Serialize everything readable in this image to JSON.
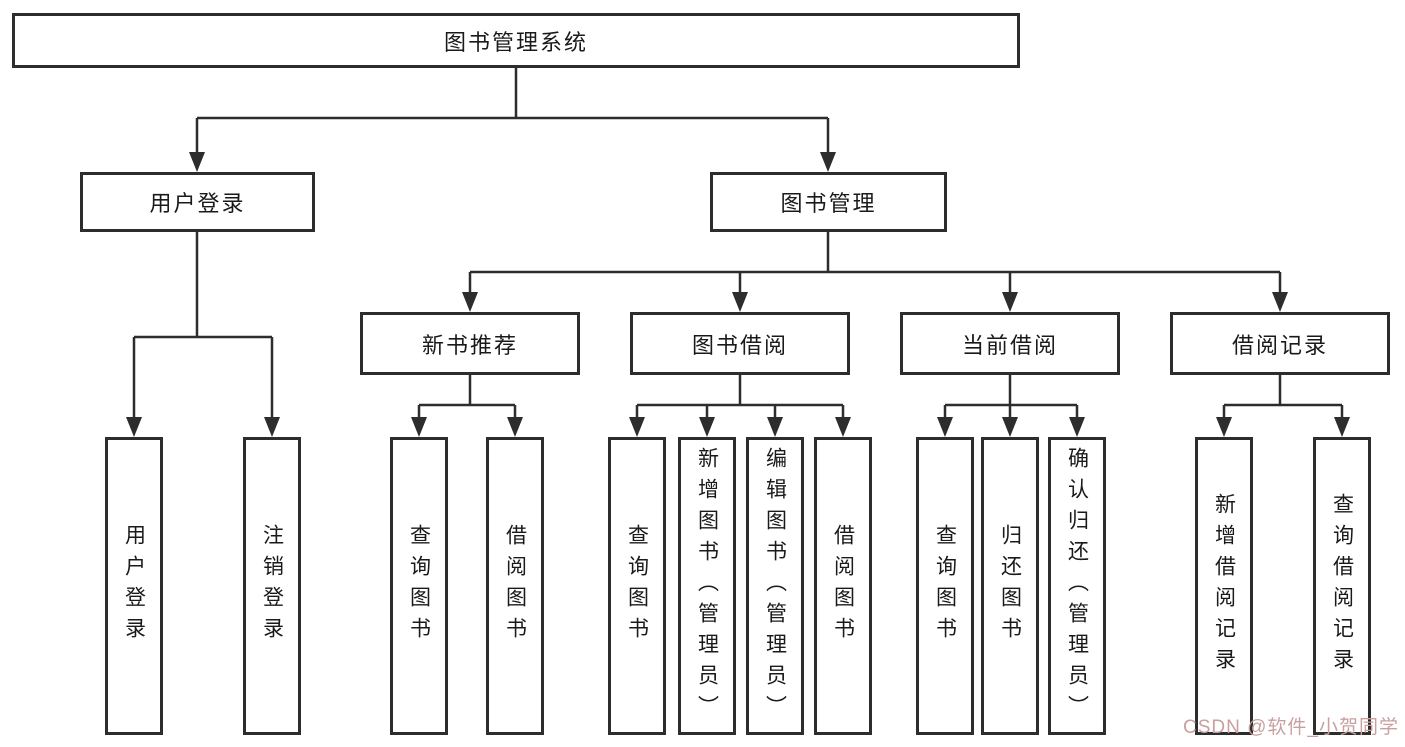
{
  "nodes": {
    "root": "图书管理系统",
    "user_login": "用户登录",
    "book_mgmt": "图书管理",
    "new_book_rec": "新书推荐",
    "book_borrow": "图书借阅",
    "current_borrow": "当前借阅",
    "borrow_records": "借阅记录"
  },
  "leaves": {
    "user_login": [
      "用户登录",
      "注销登录"
    ],
    "new_book_rec": [
      "查询图书",
      "借阅图书"
    ],
    "book_borrow": [
      "查询图书",
      "新增图书（管理员）",
      "编辑图书（管理员）",
      "借阅图书"
    ],
    "current_borrow": [
      "查询图书",
      "归还图书",
      "确认归还（管理员）"
    ],
    "borrow_records": [
      "新增借阅记录",
      "查询借阅记录"
    ]
  },
  "watermark": {
    "text": "CSDN @软件_小贺同学"
  },
  "colors": {
    "line": "#2d2d2d",
    "box_border": "#2d2d2d",
    "text": "#1a1a1a",
    "watermark": "#c99f9f",
    "background": "#ffffff"
  }
}
